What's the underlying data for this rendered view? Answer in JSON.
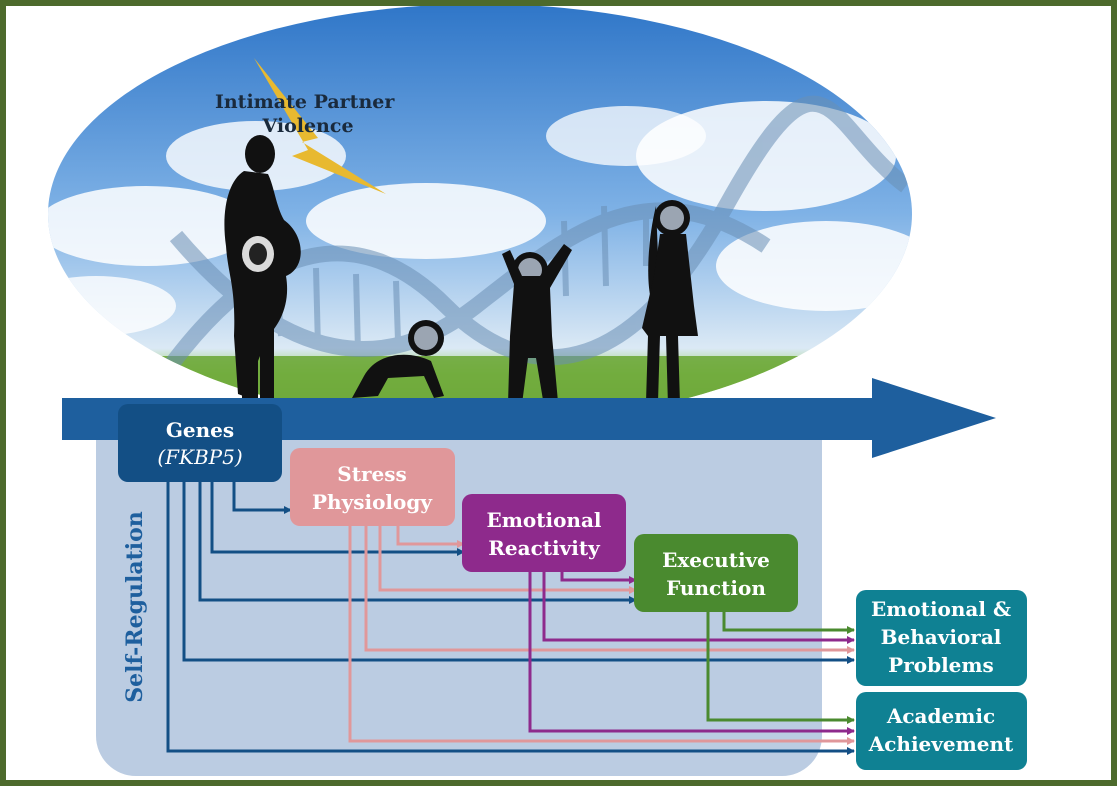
{
  "title_stressor": [
    "Intimate Partner",
    "Violence"
  ],
  "side_label": "Self-Regulation",
  "nodes": {
    "genes": {
      "title": "Genes",
      "subtitle": "(FKBP5)",
      "color": "#134f85"
    },
    "stress": {
      "lines": [
        "Stress",
        "Physiology"
      ],
      "color": "#e0979a"
    },
    "emotional": {
      "lines": [
        "Emotional",
        "Reactivity"
      ],
      "color": "#8e2a8c"
    },
    "executive": {
      "lines": [
        "Executive",
        "Function"
      ],
      "color": "#4a8a2f"
    },
    "outcome_behav": {
      "lines": [
        "Emotional &",
        "Behavioral",
        "Problems"
      ],
      "color": "#0f8193"
    },
    "outcome_acad": {
      "lines": [
        "Academic",
        "Achievement"
      ],
      "color": "#0f8193"
    }
  },
  "colors": {
    "frame": "#4d6a2c",
    "timeline_arrow": "#1e5f9e",
    "self_regulation_panel": "#b4c6df",
    "lightning": "#e8b930"
  }
}
